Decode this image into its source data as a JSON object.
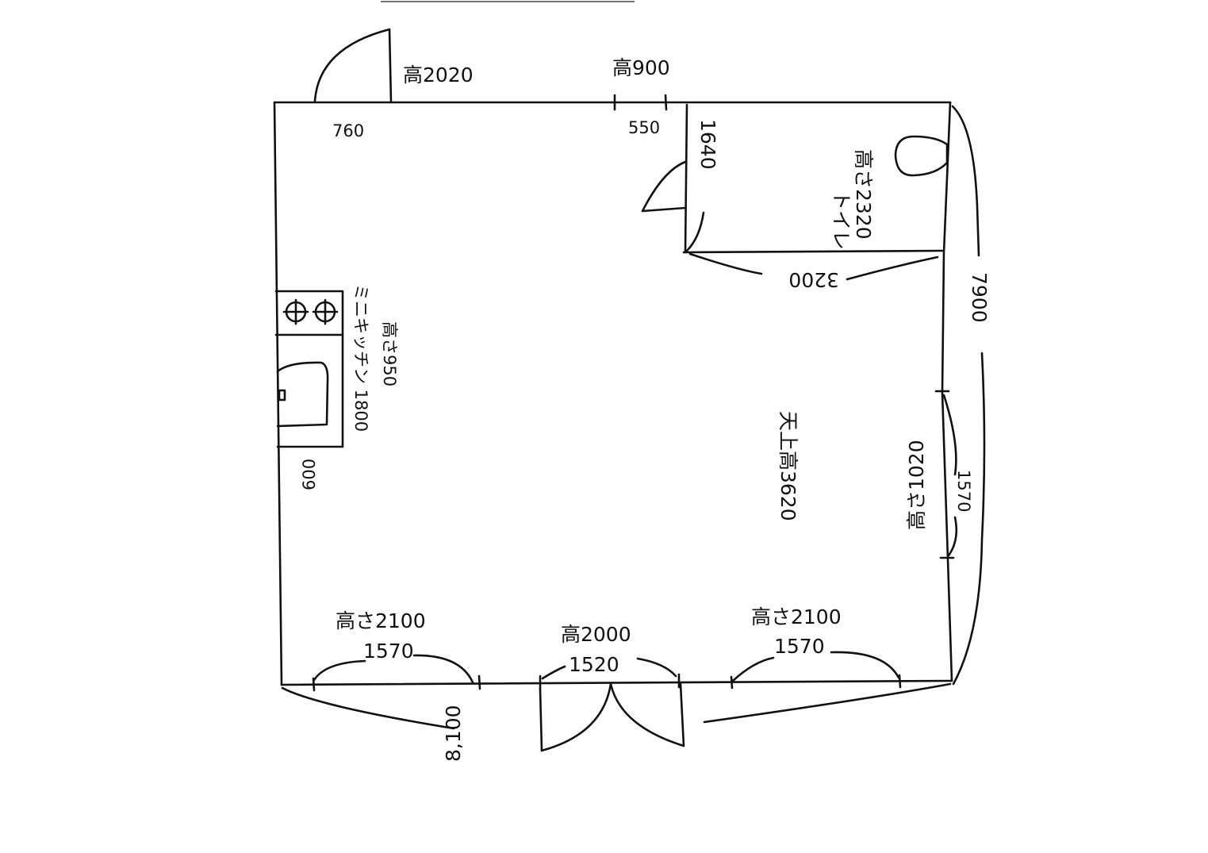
{
  "labels": {
    "top_door_height": "高2020",
    "top_door_width": "760",
    "top_window_height": "高900",
    "top_window_width": "550",
    "toilet_depth": "1640",
    "toilet_name": "トイレ",
    "toilet_height": "高さ2320",
    "toilet_width": "3200",
    "right_wall_length": "7900",
    "kitchen_name": "ミニキッチン 1800",
    "kitchen_height": "高さ950",
    "kitchen_depth": "600",
    "ceiling_height": "天上高3620",
    "right_window_height": "高さ1020",
    "right_window_width": "1570",
    "bottom_left_height": "高さ2100",
    "bottom_left_width": "1570",
    "bottom_center_height": "高2000",
    "bottom_center_width": "1520",
    "bottom_right_height": "高さ2100",
    "bottom_right_width": "1570",
    "bottom_wall_length": "8,100"
  }
}
